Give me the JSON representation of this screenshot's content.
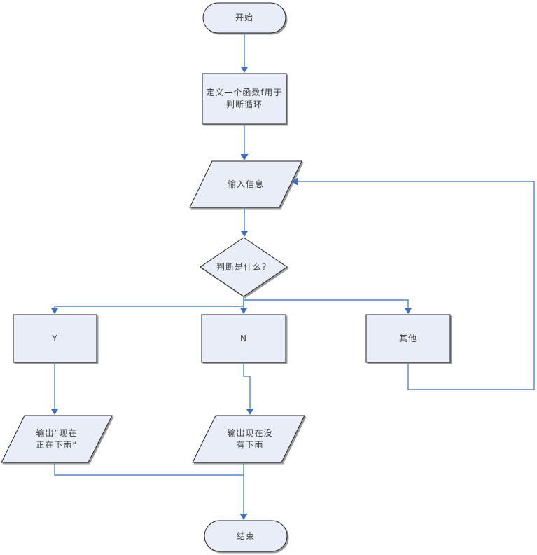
{
  "diagram": {
    "type": "flowchart",
    "colors": {
      "background": "#ffffff",
      "node_fill": "#e9edf7",
      "node_border": "#1f1f1f",
      "node_shadow": "#9a9a9a",
      "connector": "#5585c2",
      "arrowhead": "#3f6fb5",
      "text": "#404040"
    },
    "nodes": {
      "start": {
        "shape": "terminator",
        "label": "开始",
        "lines": [
          "开始"
        ]
      },
      "define": {
        "shape": "process",
        "label": "定义一个函数f用于判断循环",
        "lines": [
          "定义一个函数f用于",
          "判断循环"
        ]
      },
      "input": {
        "shape": "input-output",
        "label": "输入信息",
        "lines": [
          "输入信息"
        ]
      },
      "decision": {
        "shape": "decision",
        "label": "判断是什么？",
        "lines": [
          "判断是什么？"
        ]
      },
      "yes": {
        "shape": "process",
        "label": "Y",
        "lines": [
          "Y"
        ]
      },
      "no": {
        "shape": "process",
        "label": "N",
        "lines": [
          "N"
        ]
      },
      "other": {
        "shape": "process",
        "label": "其他",
        "lines": [
          "其他"
        ]
      },
      "out_rain": {
        "shape": "input-output",
        "label": "输出”现在正在下雨“",
        "lines": [
          "输出”现在",
          "正在下雨“"
        ]
      },
      "out_dry": {
        "shape": "input-output",
        "label": "输出现在没有下雨",
        "lines": [
          "输出现在没",
          "有下雨"
        ]
      },
      "end": {
        "shape": "terminator",
        "label": "结束",
        "lines": [
          "结束"
        ]
      }
    },
    "edges": [
      {
        "from": "start",
        "to": "define"
      },
      {
        "from": "define",
        "to": "input"
      },
      {
        "from": "input",
        "to": "decision"
      },
      {
        "from": "decision",
        "to": "yes"
      },
      {
        "from": "decision",
        "to": "no"
      },
      {
        "from": "decision",
        "to": "other"
      },
      {
        "from": "yes",
        "to": "out_rain"
      },
      {
        "from": "no",
        "to": "out_dry"
      },
      {
        "from": "other",
        "to": "input",
        "kind": "loop-back"
      },
      {
        "from": "out_rain",
        "to": "end"
      },
      {
        "from": "out_dry",
        "to": "end"
      }
    ]
  }
}
